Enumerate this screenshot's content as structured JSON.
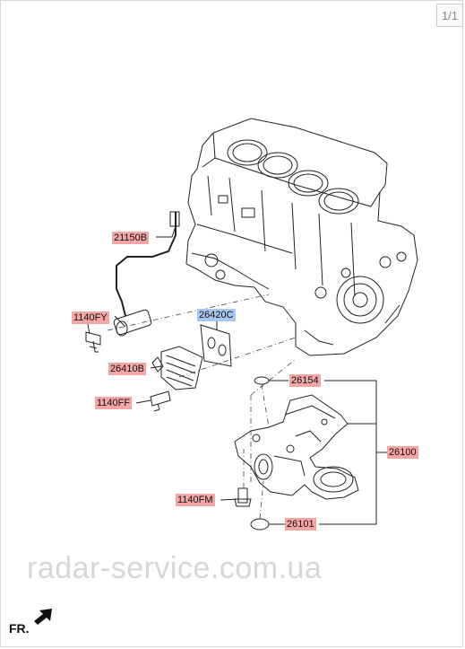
{
  "page_indicator": "1/1",
  "callouts": {
    "c21150B": "21150B",
    "c1140FY": "1140FY",
    "c26420C": "26420C",
    "c26410B": "26410B",
    "c1140FF": "1140FF",
    "c26154": "26154",
    "c26100": "26100",
    "c1140FM": "1140FM",
    "c26101": "26101"
  },
  "watermark": "radar-service.com.ua",
  "front_label": "FR.",
  "colors": {
    "label_red": "#f4a6a6",
    "label_blue": "#a9c8ef",
    "line": "#222222"
  },
  "icons": [
    "front-arrow-icon"
  ]
}
